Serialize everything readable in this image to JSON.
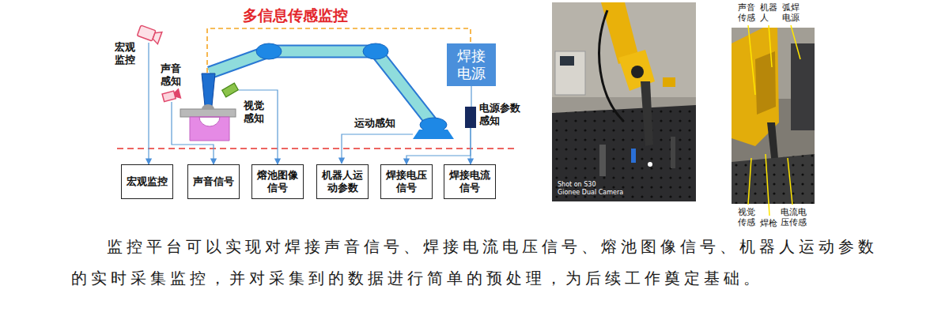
{
  "diagram": {
    "title": "多信息传感监控",
    "caption": "监控平台可以实现对焊接声音信号、焊接电流电压信号、熔池图像信号、机器人运动参数的实时采集监控，并对采集到的数据进行简单的预处理，为后续工作奠定基础。",
    "nodes": [
      {
        "text": [
          "宏观 监控"
        ]
      },
      {
        "text": [
          "声音 感知"
        ]
      },
      {
        "text": [
          "视觉 感知"
        ]
      },
      {
        "text": [
          "电源参数 感知"
        ]
      },
      {
        "text": [
          "焊接 电源"
        ]
      },
      {
        "text": [
          "宏观监控"
        ]
      },
      {
        "text": [
          "声音信号"
        ]
      },
      {
        "text": [
          "熔池图像 信号"
        ]
      },
      {
        "text": [
          "机器人运 动参数"
        ]
      },
      {
        "text": [
          "焊接电压 信号"
        ]
      },
      {
        "text": [
          "焊接电流 信号"
        ]
      }
    ],
    "edges": [
      {
        "from": 0,
        "to": 5,
        "arrow": "to"
      },
      {
        "from": 1,
        "to": 6,
        "arrow": "to"
      },
      {
        "from": 2,
        "to": 7,
        "arrow": "to"
      },
      {
        "from": 3,
        "to": 9,
        "arrow": "to"
      },
      {
        "from": 3,
        "to": 10,
        "arrow": "to"
      },
      {
        "from": 4,
        "to": 3,
        "arrow": "none"
      }
    ],
    "labels": [
      "运动感知",
      "声音 传感",
      "机器 人",
      "弧焊 电源",
      "视觉 传感",
      "焊枪",
      "电流电 压传感",
      "Shot on S30",
      "Gionee Dual Camera"
    ]
  }
}
